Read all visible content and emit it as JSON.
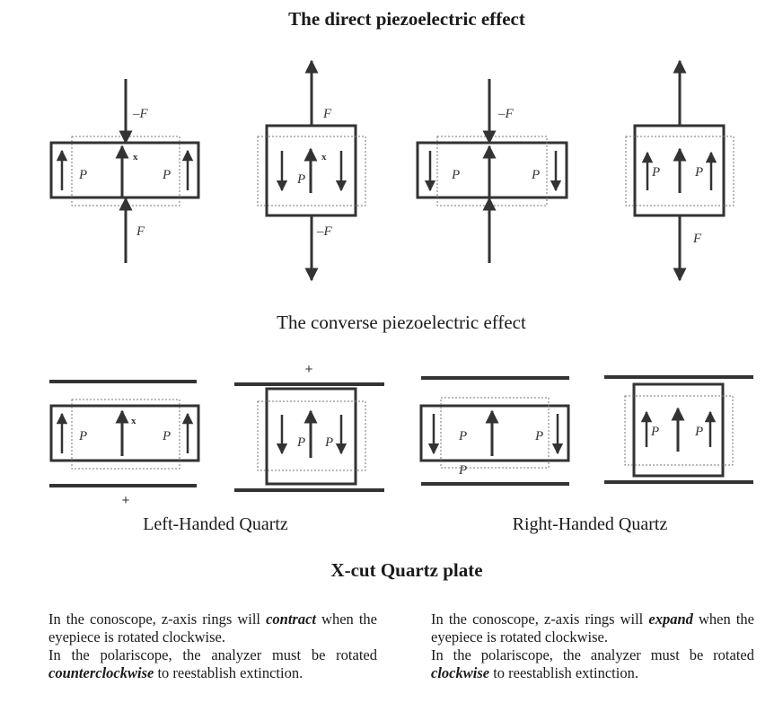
{
  "titles": {
    "direct": "The direct piezoelectric effect",
    "converse": "The converse piezoelectric effect",
    "plate": "X-cut Quartz plate"
  },
  "symbols": {
    "polarization": "P",
    "axis": "x",
    "force": "F",
    "neg_force": "–F",
    "plus": "+"
  },
  "captions": {
    "left": "Left-Handed Quartz",
    "right": "Right-Handed Quartz"
  },
  "descriptions": {
    "left": {
      "line1_pre": "In the conoscope, z-axis rings will ",
      "line1_word": "contract",
      "line1_post": " when the eyepiece is rotated clockwise.",
      "line2_pre": "In the polariscope, the analyzer must be rotated ",
      "line2_word": "counterclockwise",
      "line2_post": " to reestablish extinction."
    },
    "right": {
      "line1_pre": "In the conoscope, z-axis rings will ",
      "line1_word": "expand",
      "line1_post": " when the eyepiece is rotated clockwise.",
      "line2_pre": "In the polariscope, the analyzer must be rotated ",
      "line2_word": "clockwise",
      "line2_post": " to reestablish extinction."
    }
  },
  "colors": {
    "ink": "#333333",
    "dotted": "#777777"
  }
}
